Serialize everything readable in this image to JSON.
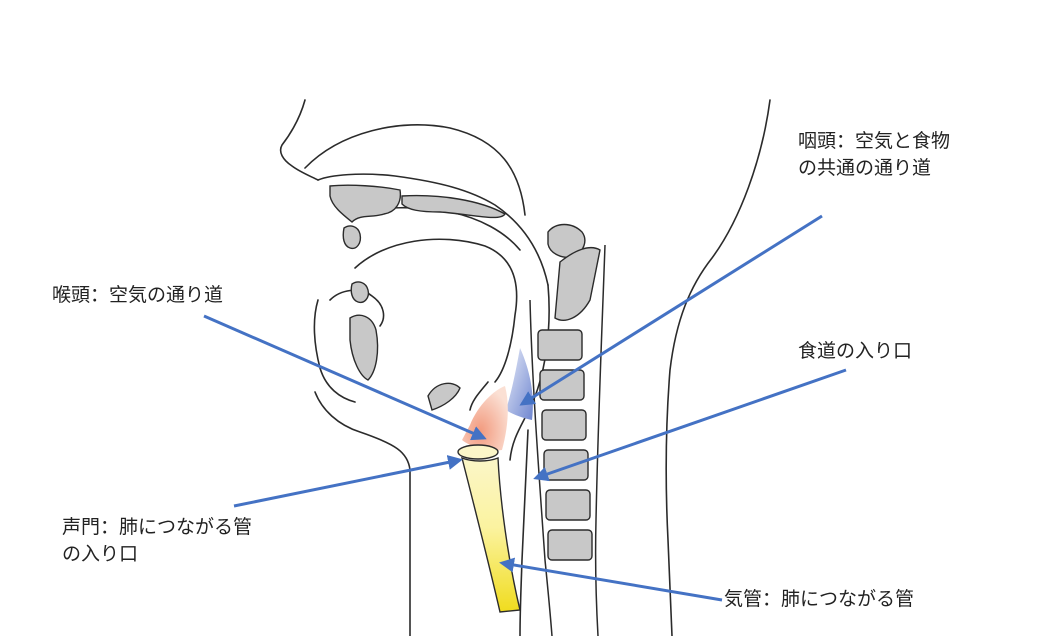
{
  "labels": {
    "pharynx": [
      "咽頭：空気と食物",
      "の共通の通り道"
    ],
    "larynx": "喉頭：空気の通り道",
    "esophagus": "食道の入り口",
    "glottis": [
      "声門：肺につながる管",
      "の入り口"
    ],
    "trachea": "気管：肺につながる管"
  },
  "colors": {
    "arrow": "#4472c4",
    "outline": "#2b2b2b",
    "bone": "#c8c8c8",
    "pharynx_fill": "#8fa4dc",
    "larynx_fill": "#f2a58a",
    "trachea_fill": "#f4e45a"
  }
}
